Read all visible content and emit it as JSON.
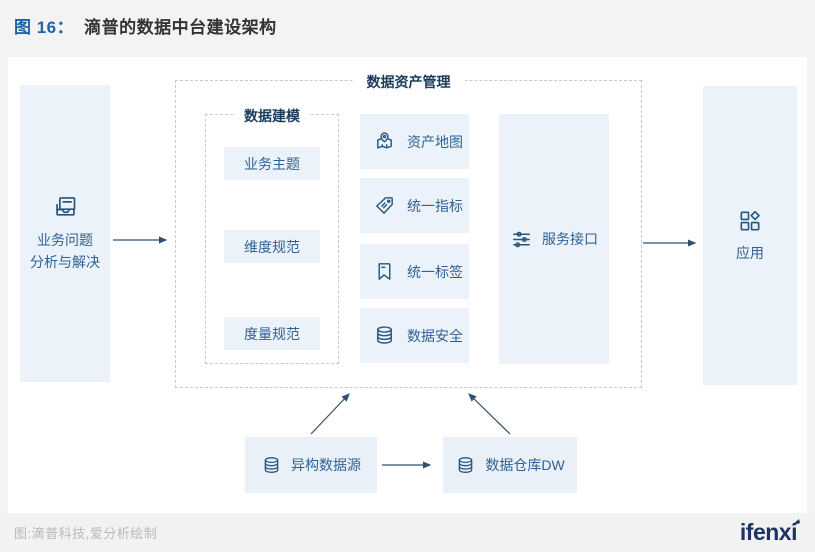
{
  "header": {
    "figure_label": "图 16：",
    "title": "滴普的数据中台建设架构"
  },
  "diagram": {
    "left_box": {
      "line1": "业务问题",
      "line2": "分析与解决",
      "icon": "document-tray-icon"
    },
    "asset_management": {
      "title": "数据资产管理",
      "data_modeling": {
        "title": "数据建模",
        "items": [
          "业务主题",
          "维度规范",
          "度量规范"
        ]
      },
      "capabilities": [
        {
          "label": "资产地图",
          "icon": "map-pin-icon"
        },
        {
          "label": "统一指标",
          "icon": "tag-icon"
        },
        {
          "label": "统一标签",
          "icon": "bookmark-icon"
        },
        {
          "label": "数据安全",
          "icon": "database-icon"
        }
      ],
      "service_box": {
        "label": "服务接口",
        "icon": "sliders-icon"
      }
    },
    "app_box": {
      "label": "应用",
      "icon": "apps-grid-icon"
    },
    "sources": [
      {
        "label": "异构数据源",
        "icon": "database-icon"
      },
      {
        "label": "数据仓库DW",
        "icon": "database-icon"
      }
    ]
  },
  "footer": {
    "source": "图:滴普科技,爱分析绘制",
    "logo": "ifenxi"
  },
  "colors": {
    "accent_blue": "#1e63a8",
    "box_fill": "#ecf2f9",
    "box_text": "#2f6293",
    "section_title": "#1c3c5c",
    "arrow": "#2d5070",
    "logo_navy": "#1e3264",
    "strip_bg": "#f3f3f4"
  }
}
